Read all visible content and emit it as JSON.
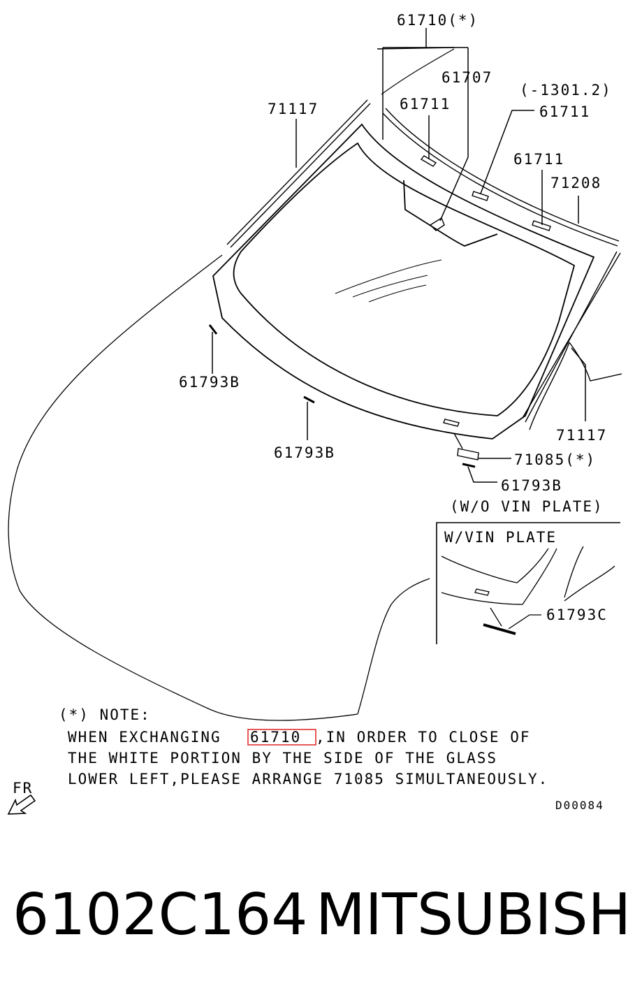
{
  "labels": {
    "l61710": "61710(*)",
    "l61707": "61707",
    "l1301": "(-1301.2)",
    "l61711a": "61711",
    "l61711b": "61711",
    "l61711c": "61711",
    "l71117a": "71117",
    "l71208": "71208",
    "l61793b1": "61793B",
    "l61793b2": "61793B",
    "l71117b": "71117",
    "l71085": "71085(*)",
    "l61793b3": "61793B",
    "wo_vin": "(W/O VIN PLATE)",
    "w_vin": "W/VIN PLATE",
    "l61793c": "61793C",
    "fr": "FR",
    "code": "D00084"
  },
  "note": {
    "heading": "(*) NOTE:",
    "line1_a": "WHEN EXCHANGING",
    "line1_hl": "61710",
    "line1_b": ",IN ORDER TO CLOSE OF",
    "line2": "THE WHITE PORTION BY THE SIDE OF THE GLASS",
    "line3": "LOWER LEFT,PLEASE ARRANGE 71085 SIMULTANEOUSLY."
  },
  "highlight_color": "#e03030",
  "footer": {
    "part_number": "6102C164",
    "brand": "MITSUBISHI"
  }
}
